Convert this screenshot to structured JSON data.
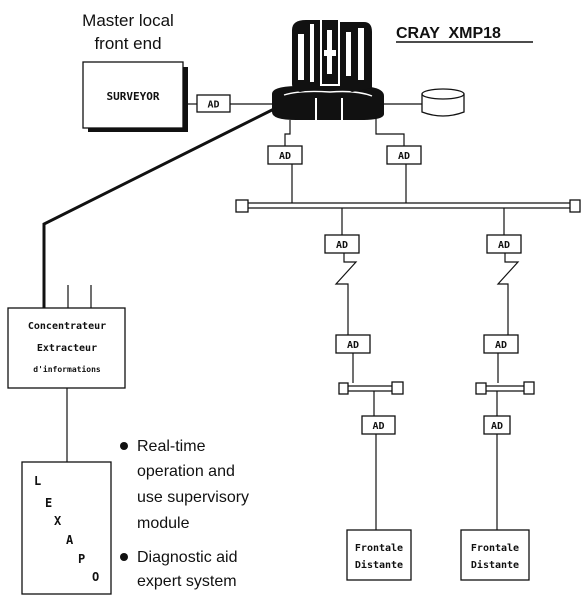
{
  "header": {
    "title": "CRAY  XMP18"
  },
  "master": {
    "label_line1": "Master local",
    "label_line2": "front end",
    "box_label": "SURVEYOR"
  },
  "ad_label": "AD",
  "concentrator": {
    "line1": "Concentrateur",
    "line2": "Extracteur",
    "line3": "d'informations"
  },
  "lexapo": {
    "letters": [
      "L",
      "E",
      "X",
      "A",
      "P",
      "O"
    ]
  },
  "bullets": [
    {
      "lines": [
        "Real-time",
        "operation and",
        "use supervisory",
        "module"
      ]
    },
    {
      "lines": [
        "Diagnostic aid",
        "expert system"
      ]
    }
  ],
  "remote": {
    "line1": "Frontale",
    "line2": "Distante"
  },
  "colors": {
    "ink": "#111111",
    "paper": "#ffffff"
  }
}
